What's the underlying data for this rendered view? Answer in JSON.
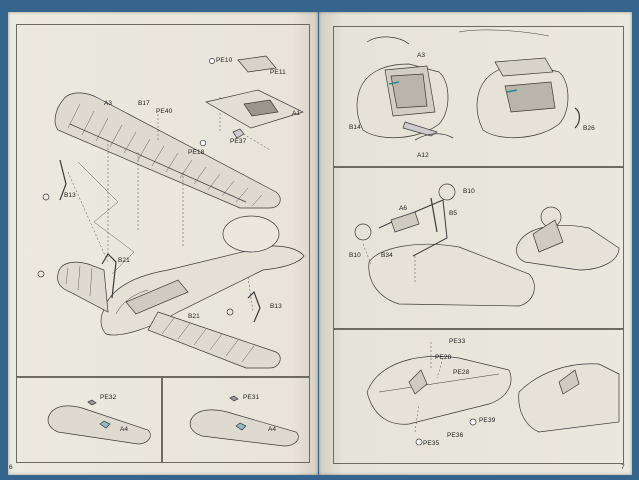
{
  "left_page": {
    "page_number": "6",
    "main_panel": {
      "labels": {
        "a3": "A3",
        "b17": "B17",
        "pe40": "PE40",
        "pe10": "PE10",
        "pe11": "PE11",
        "a1": "A1",
        "pe37": "PE37",
        "pe18": "PE18",
        "b13_left": "B13",
        "b21_top": "B21",
        "b13_right": "B13",
        "b21_bottom": "B21"
      }
    },
    "bottom_left_panel": {
      "labels": {
        "pe32": "PE32",
        "a4": "A4"
      }
    },
    "bottom_right_panel": {
      "labels": {
        "pe31": "PE31",
        "a4": "A4"
      }
    }
  },
  "right_page": {
    "page_number": "7",
    "panel_1": {
      "labels": {
        "a3": "A3",
        "b14": "B14",
        "a12": "A12",
        "b26": "B26"
      }
    },
    "panel_2": {
      "labels": {
        "b10_top": "B10",
        "a6": "A6",
        "b5": "B5",
        "b10_left": "B10",
        "b34": "B34"
      }
    },
    "panel_3": {
      "labels": {
        "pe33": "PE33",
        "pe28_a": "PE28",
        "pe28_b": "PE28",
        "pe39": "PE39",
        "pe35": "PE35",
        "pe36": "PE36"
      }
    }
  }
}
